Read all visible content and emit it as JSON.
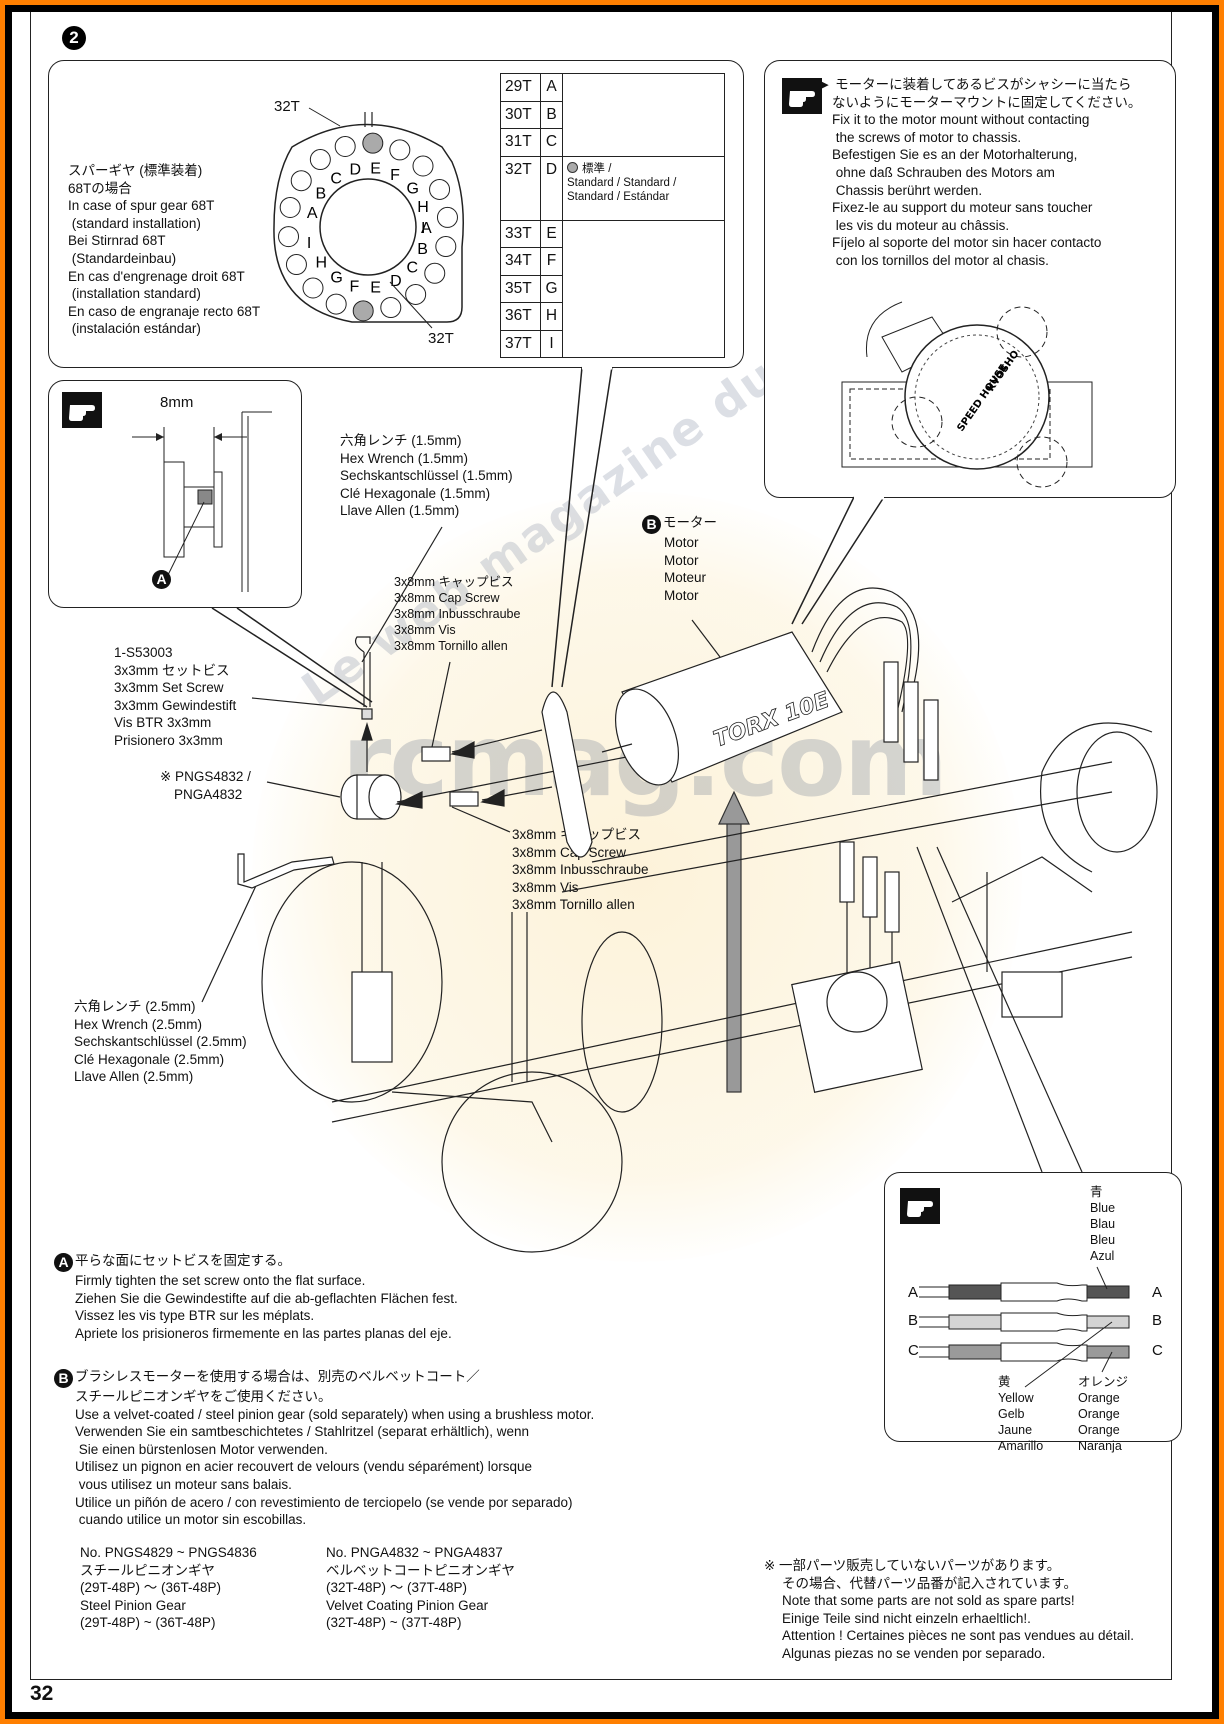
{
  "page": {
    "step_number": "2",
    "page_number": "32",
    "border_color": "#ff7f00"
  },
  "watermark": {
    "line1": "Le web magazine du modélisme",
    "line2": "rcmag.com"
  },
  "spur_gear_box": {
    "label_jp_1": "スパーギヤ (標準装着)",
    "label_jp_2": "68Tの場合",
    "lines": [
      "In case of spur gear 68T",
      " (standard installation)",
      "Bei Stirnrad 68T",
      " (Standardeinbau)",
      "En cas d'engrenage droit 68T",
      " (installation standard)",
      "En caso de engranaje recto 68T",
      " (instalación estándar)"
    ],
    "callout_top": "32T",
    "callout_bottom": "32T",
    "hole_letters_outer": [
      "A",
      "B",
      "C",
      "D",
      "E",
      "F",
      "G",
      "H",
      "I"
    ],
    "hole_letters_inner": [
      "I",
      "H",
      "G",
      "F",
      "E",
      "D",
      "C",
      "B",
      "A"
    ],
    "table": {
      "rows": [
        {
          "teeth": "29T",
          "pos": "A"
        },
        {
          "teeth": "30T",
          "pos": "B"
        },
        {
          "teeth": "31T",
          "pos": "C"
        },
        {
          "teeth": "32T",
          "pos": "D",
          "standard": true
        },
        {
          "teeth": "33T",
          "pos": "E"
        },
        {
          "teeth": "34T",
          "pos": "F"
        },
        {
          "teeth": "35T",
          "pos": "G"
        },
        {
          "teeth": "36T",
          "pos": "H"
        },
        {
          "teeth": "37T",
          "pos": "I"
        }
      ],
      "standard_jp": "標準 /",
      "standard_line2": "Standard / Standard /",
      "standard_line3": "Standard / Estándar"
    }
  },
  "motor_mount_note": {
    "jp_1": "モーターに装着してあるビスがシャシーに当たら",
    "jp_2": "ないようにモーターマウントに固定してください。",
    "lines": [
      "Fix it to the motor mount without contacting",
      " the screws of motor to chassis.",
      "Befestigen Sie es an der Motorhalterung,",
      " ohne daß Schrauben des Motors am",
      " Chassis berührt werden.",
      "Fixez-le au support du moteur sans toucher",
      " les vis du moteur au châssis.",
      "Fíjelo al soporte del motor sin hacer contacto",
      " con los tornillos del motor al chasis."
    ],
    "motor_label_brand": "KYOSHO",
    "motor_label_model": "SPEED HOUSE"
  },
  "pinion_detail": {
    "dimension": "8mm",
    "marker": "A"
  },
  "parts": {
    "hex_wrench_15": [
      "六角レンチ (1.5mm)",
      "Hex Wrench (1.5mm)",
      "Sechskantschlüssel (1.5mm)",
      "Clé Hexagonale (1.5mm)",
      "Llave Allen (1.5mm)"
    ],
    "cap_screw_top": [
      "3x8mm キャップビス",
      "3x8mm Cap Screw",
      "3x8mm Inbusschraube",
      "3x8mm Vis",
      "3x8mm Tornillo allen"
    ],
    "motor": {
      "marker": "B",
      "lines": [
        "モーター",
        "Motor",
        "Motor",
        "Moteur",
        "Motor"
      ],
      "brand_text": "TORX 10E"
    },
    "set_screw": [
      "1-S53003",
      "3x3mm セットビス",
      "3x3mm Set Screw",
      "3x3mm Gewindestift",
      "Vis BTR 3x3mm",
      "Prisionero 3x3mm"
    ],
    "pinion": [
      "※ PNGS4832 /",
      "PNGA4832"
    ],
    "cap_screw_bottom": [
      "3x8mm キャップビス",
      "3x8mm Cap Screw",
      "3x8mm Inbusschraube",
      "3x8mm Vis",
      "3x8mm Tornillo allen"
    ],
    "hex_wrench_25": [
      "六角レンチ (2.5mm)",
      "Hex Wrench (2.5mm)",
      "Sechskantschlüssel (2.5mm)",
      "Clé Hexagonale (2.5mm)",
      "Llave Allen (2.5mm)"
    ]
  },
  "wire_box": {
    "rows": [
      "A",
      "B",
      "C"
    ],
    "blue": [
      "青",
      "Blue",
      "Blau",
      "Bleu",
      "Azul"
    ],
    "yellow": [
      "黄",
      "Yellow",
      "Gelb",
      "Jaune",
      "Amarillo"
    ],
    "orange": [
      "オレンジ",
      "Orange",
      "Orange",
      "Orange",
      "Naranja"
    ],
    "colors": {
      "A": "#555555",
      "B": "#d4d4d4",
      "C": "#9a9a9a"
    }
  },
  "notes": {
    "A": {
      "marker": "A",
      "jp": "平らな面にセットビスを固定する。",
      "lines": [
        "Firmly tighten the set screw onto the flat surface.",
        "Ziehen Sie die Gewindestifte auf die ab-geflachten Flächen fest.",
        "Vissez les vis type BTR sur les méplats.",
        "Apriete los prisioneros firmemente en las partes planas del eje."
      ]
    },
    "B": {
      "marker": "B",
      "jp_1": "ブラシレスモーターを使用する場合は、別売のベルベットコート／",
      "jp_2": "スチールピニオンギヤをご使用ください。",
      "lines": [
        "Use a velvet-coated / steel pinion gear (sold separately) when using a brushless motor.",
        "Verwenden Sie ein samtbeschichtetes / Stahlritzel (separat erhältlich), wenn",
        " Sie einen bürstenlosen Motor verwenden.",
        "Utilisez un pignon en acier recouvert de velours (vendu séparément) lorsque",
        " vous utilisez un moteur sans balais.",
        "Utilice un piñón de acero / con revestimiento de terciopelo (se vende por separado)",
        " cuando utilice un motor sin escobillas."
      ]
    }
  },
  "pinion_options": [
    {
      "lines": [
        "No. PNGS4829 ~ PNGS4836",
        "スチールピニオンギヤ",
        "(29T-48P) ～ (36T-48P)",
        "Steel Pinion Gear",
        "(29T-48P) ~ (36T-48P)"
      ]
    },
    {
      "lines": [
        "No. PNGA4832 ~ PNGA4837",
        "ベルベットコートピニオンギヤ",
        "(32T-48P) ～ (37T-48P)",
        "Velvet Coating Pinion Gear",
        "(32T-48P) ~ (37T-48P)"
      ]
    }
  ],
  "spare_parts_note": {
    "jp_1": "※ 一部パーツ販売していないパーツがあります。",
    "jp_2": "その場合、代替パーツ品番が記入されています。",
    "lines": [
      "Note that some parts are not sold as spare parts!",
      "Einige Teile sind nicht einzeln erhaeltlich!.",
      "Attention ! Certaines pièces ne sont pas vendues au détail.",
      "Algunas piezas no se venden por separado."
    ]
  }
}
